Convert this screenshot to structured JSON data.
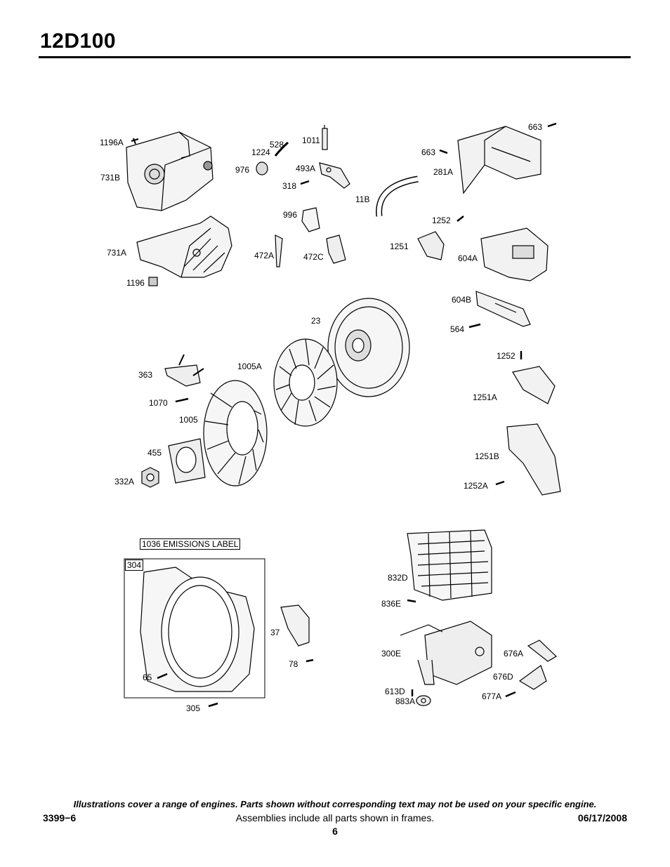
{
  "header": {
    "title": "12D100"
  },
  "labels": {
    "p1196A": "1196A",
    "p731B": "731B",
    "p731A": "731A",
    "p1196": "1196",
    "p528": "528",
    "p1224": "1224",
    "p1011": "1011",
    "p976": "976",
    "p493A": "493A",
    "p318": "318",
    "p996": "996",
    "p472A": "472A",
    "p472C": "472C",
    "p11B": "11B",
    "p663a": "663",
    "p663b": "663",
    "p281A": "281A",
    "p1252a": "1252",
    "p1251": "1251",
    "p604A": "604A",
    "p604B": "604B",
    "p564": "564",
    "p23": "23",
    "p1005A": "1005A",
    "p363": "363",
    "p1070": "1070",
    "p1005": "1005",
    "p455": "455",
    "p332A": "332A",
    "p1252b": "1252",
    "p1251A": "1251A",
    "p1251B": "1251B",
    "p1252A": "1252A",
    "p1036": "1036 EMISSIONS LABEL",
    "p304": "304",
    "p37": "37",
    "p78": "78",
    "p65": "65",
    "p305": "305",
    "p832D": "832D",
    "p836E": "836E",
    "p300E": "300E",
    "p676A": "676A",
    "p676D": "676D",
    "p613D": "613D",
    "p883A": "883A",
    "p677A": "677A"
  },
  "footer": {
    "note": "Illustrations cover a range of engines. Parts shown without corresponding text may not be used on your specific engine.",
    "doc_number": "3399−6",
    "assemblies_note": "Assemblies include all parts shown in frames.",
    "date": "06/17/2008",
    "page_number": "6"
  }
}
